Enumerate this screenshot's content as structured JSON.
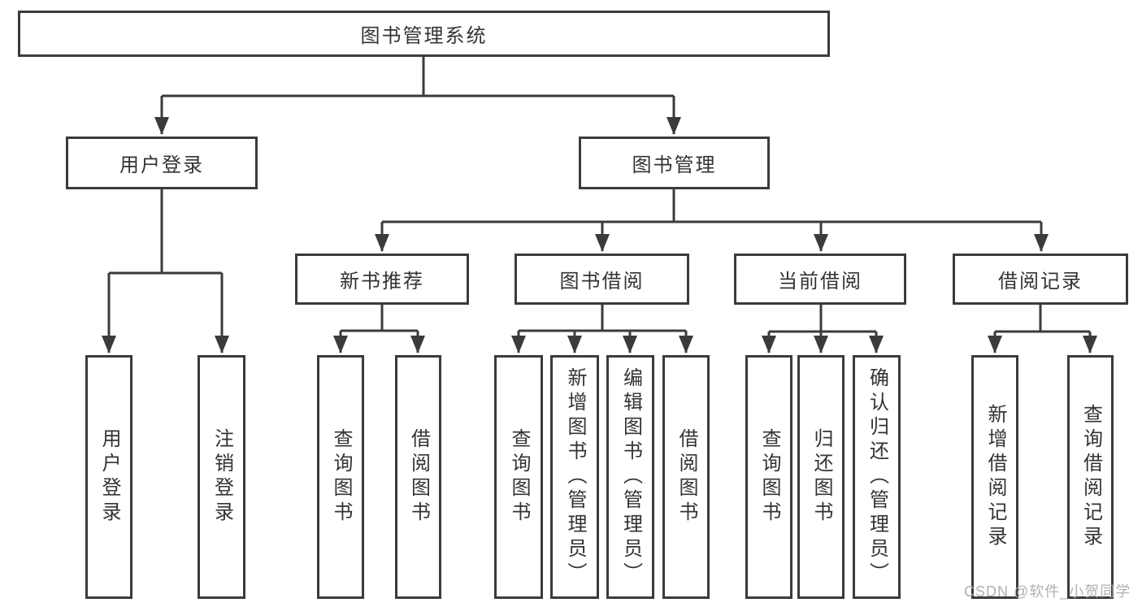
{
  "tree": {
    "label": "图书管理系统",
    "children": [
      {
        "label": "用户登录",
        "children": [
          {
            "label": "用户登录"
          },
          {
            "label": "注销登录"
          }
        ]
      },
      {
        "label": "图书管理",
        "children": [
          {
            "label": "新书推荐",
            "children": [
              {
                "label": "查询图书"
              },
              {
                "label": "借阅图书"
              }
            ]
          },
          {
            "label": "图书借阅",
            "children": [
              {
                "label": "查询图书"
              },
              {
                "label": "新增图书（管理员）"
              },
              {
                "label": "编辑图书（管理员）"
              },
              {
                "label": "借阅图书"
              }
            ]
          },
          {
            "label": "当前借阅",
            "children": [
              {
                "label": "查询图书"
              },
              {
                "label": "归还图书"
              },
              {
                "label": "确认归还（管理员）"
              }
            ]
          },
          {
            "label": "借阅记录",
            "children": [
              {
                "label": "新增借阅记录"
              },
              {
                "label": "查询借阅记录"
              }
            ]
          }
        ]
      }
    ]
  },
  "watermark": {
    "text": "CSDN @软件_小贺同学"
  },
  "colors": {
    "line": "#3b3b3b",
    "text": "#333333",
    "watermark": "#a8a8a8",
    "background": "#ffffff"
  }
}
